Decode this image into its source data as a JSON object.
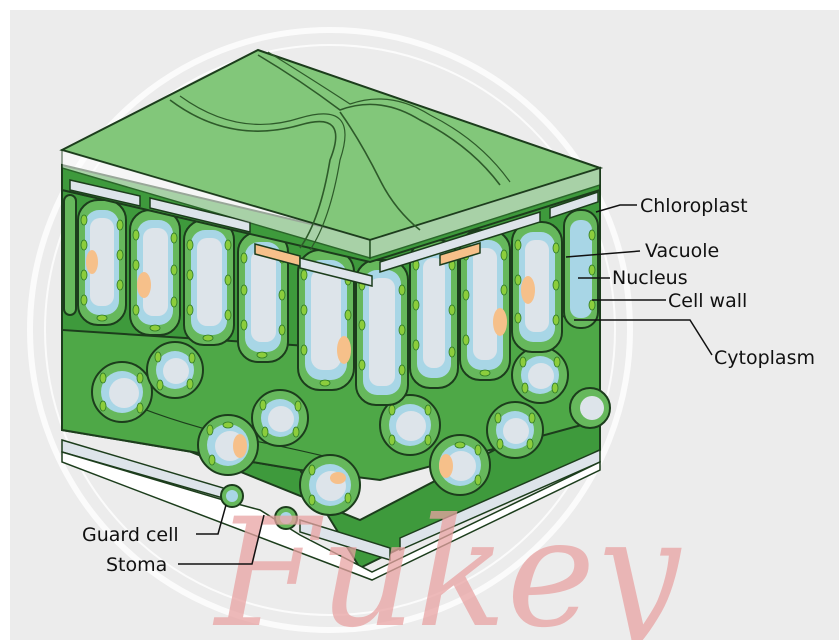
{
  "labels": {
    "chloroplast": "Chloroplast",
    "vacuole": "Vacuole",
    "nucleus": "Nucleus",
    "cell_wall": "Cell wall",
    "cytoplasm": "Cytoplasm",
    "guard_cell": "Guard cell",
    "stoma": "Stoma"
  },
  "watermark": "Fukey",
  "colors": {
    "background": "#ececec",
    "epidermis_top": "#82c77a",
    "tissue_dark": "#3e9a3c",
    "cell_fill": "#66b85c",
    "vacuole": "#dde4ea",
    "cytoplasm": "#a8d6e6",
    "chloroplast": "#8ccd3c",
    "nucleus": "#f6c08a"
  }
}
